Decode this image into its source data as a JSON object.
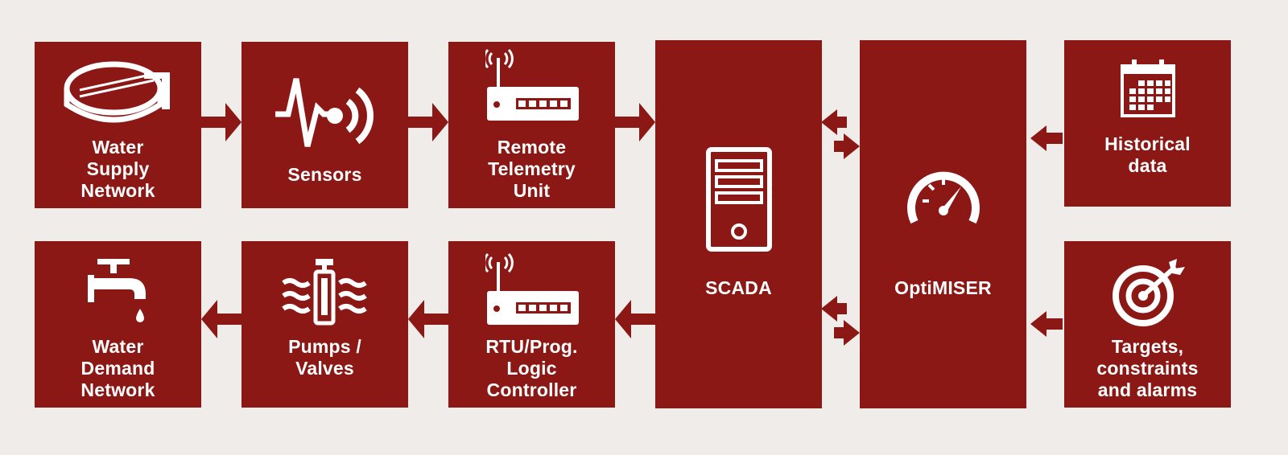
{
  "diagram": {
    "colors": {
      "box": "#8b1815",
      "background": "#f0ece9",
      "text": "#ffffff"
    },
    "nodes": {
      "water_supply": {
        "label": "Water\nSupply\nNetwork",
        "icon": "water-tank-icon"
      },
      "sensors": {
        "label": "Sensors",
        "icon": "sensor-wave-icon"
      },
      "rtu": {
        "label": "Remote\nTelemetry\nUnit",
        "icon": "router-icon"
      },
      "scada": {
        "label": "SCADA",
        "icon": "server-icon"
      },
      "optimiser": {
        "label": "OptiMISER",
        "icon": "speedometer-icon"
      },
      "historical": {
        "label": "Historical\ndata",
        "icon": "calendar-icon"
      },
      "water_demand": {
        "label": "Water\nDemand\nNetwork",
        "icon": "tap-icon"
      },
      "pumps": {
        "label": "Pumps /\nValves",
        "icon": "pump-icon"
      },
      "plc": {
        "label": "RTU/Prog.\nLogic\nController",
        "icon": "router-icon"
      },
      "targets": {
        "label": "Targets,\nconstraints\nand alarms",
        "icon": "target-icon"
      }
    },
    "edges": [
      {
        "from": "water_supply",
        "to": "sensors"
      },
      {
        "from": "sensors",
        "to": "rtu"
      },
      {
        "from": "rtu",
        "to": "scada"
      },
      {
        "from": "scada",
        "to": "optimiser",
        "bidirectional": true
      },
      {
        "from": "historical",
        "to": "optimiser"
      },
      {
        "from": "targets",
        "to": "optimiser"
      },
      {
        "from": "scada",
        "to": "plc"
      },
      {
        "from": "plc",
        "to": "pumps"
      },
      {
        "from": "pumps",
        "to": "water_demand"
      }
    ]
  }
}
